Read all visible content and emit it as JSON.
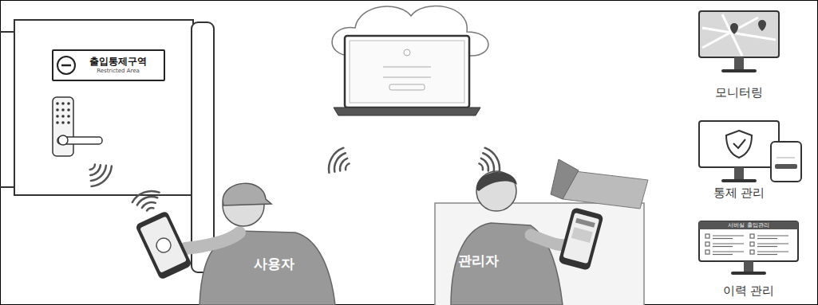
{
  "diagram": {
    "nodes": [
      {
        "text": [
          "출입통제구역",
          "Restricted Area"
        ]
      },
      {
        "text": [
          "모니터링"
        ]
      },
      {
        "text": [
          "통제 관리"
        ]
      },
      {
        "text": [
          "서버실 출입관리",
          "이력 관리"
        ]
      }
    ],
    "labels": [
      "사용자",
      "관리자"
    ]
  }
}
